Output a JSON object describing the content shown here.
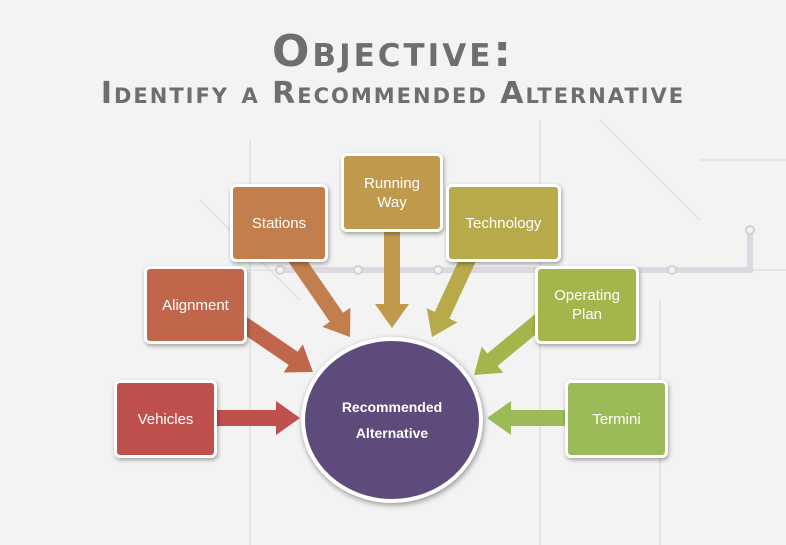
{
  "title": {
    "line1": "Objective:",
    "line2": "Identify a Recommended Alternative"
  },
  "center": {
    "label": "Recommended\nAlternative",
    "color": "#5e4a7b"
  },
  "nodes": [
    {
      "id": "vehicles",
      "label": "Vehicles",
      "color": "#c0504d"
    },
    {
      "id": "alignment",
      "label": "Alignment",
      "color": "#c0664b"
    },
    {
      "id": "stations",
      "label": "Stations",
      "color": "#c27e4c"
    },
    {
      "id": "running-way",
      "label": "Running\nWay",
      "color": "#c09a4c"
    },
    {
      "id": "technology",
      "label": "Technology",
      "color": "#b7aa4b"
    },
    {
      "id": "operating-plan",
      "label": "Operating\nPlan",
      "color": "#a6b44c"
    },
    {
      "id": "termini",
      "label": "Termini",
      "color": "#9bbb59"
    }
  ]
}
